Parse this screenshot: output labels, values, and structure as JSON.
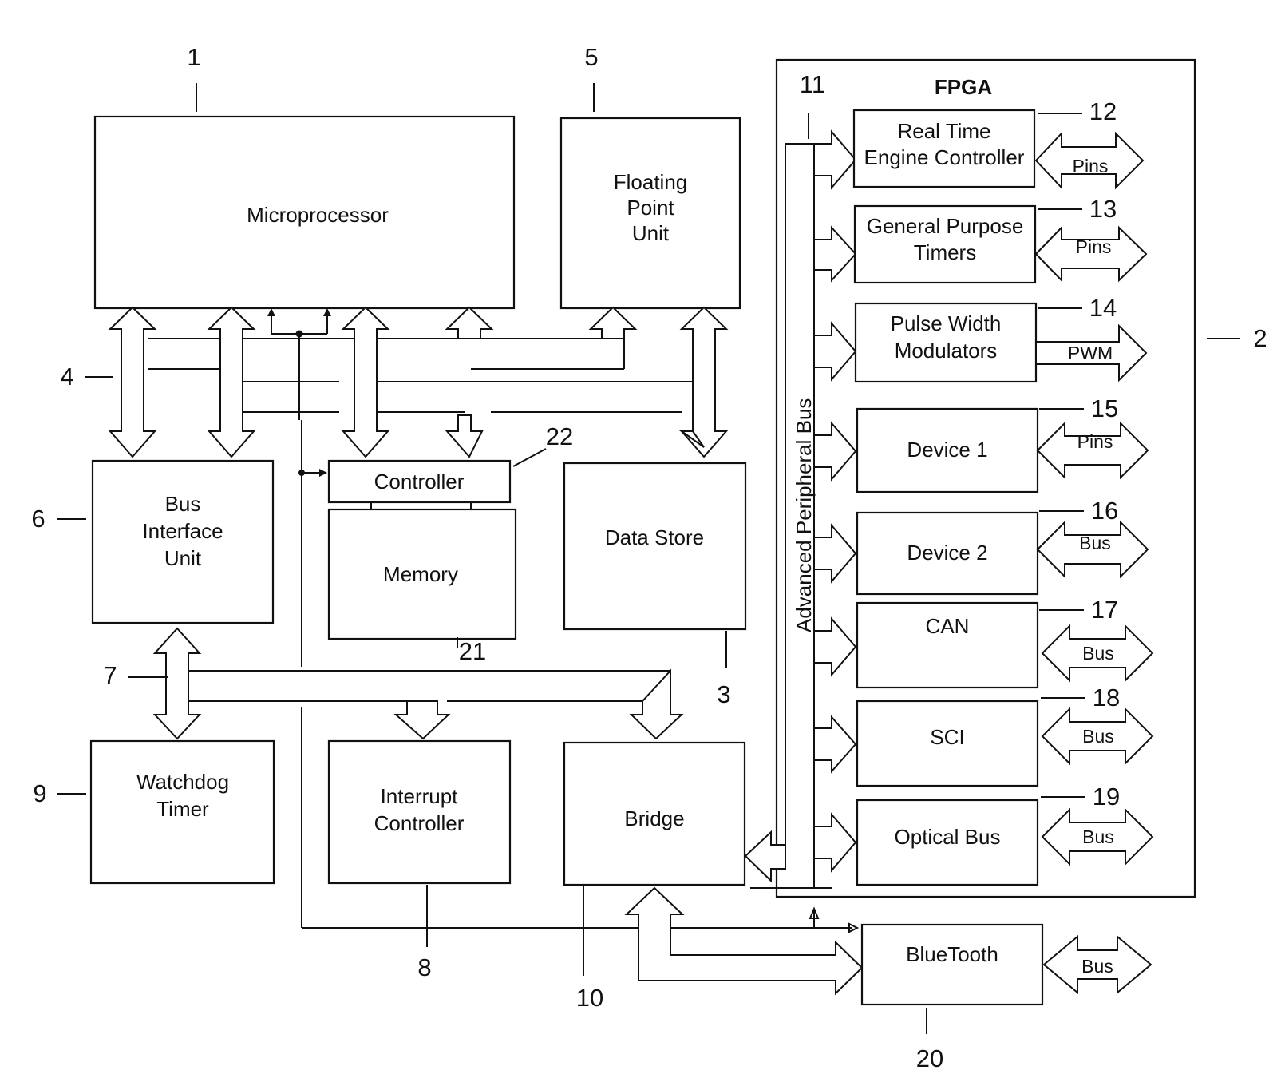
{
  "blocks": {
    "microprocessor": "Microprocessor",
    "fpu": [
      "Floating",
      "Point",
      "Unit"
    ],
    "biu": [
      "Bus",
      "Interface",
      "Unit"
    ],
    "controller": "Controller",
    "memory": "Memory",
    "data_store": "Data Store",
    "watchdog": [
      "Watchdog",
      "Timer"
    ],
    "interrupt": [
      "Interrupt",
      "Controller"
    ],
    "bridge": "Bridge",
    "bluetooth": "BlueTooth"
  },
  "fpga": {
    "title": "FPGA",
    "bus_label": "Advanced Peripheral Bus",
    "devices": {
      "rtec": [
        "Real Time",
        "Engine Controller"
      ],
      "gpt": [
        "General Purpose",
        "Timers"
      ],
      "pwm": [
        "Pulse Width",
        "Modulators"
      ],
      "dev1": "Device 1",
      "dev2": "Device 2",
      "can": "CAN",
      "sci": "SCI",
      "optical": "Optical Bus"
    },
    "ports": {
      "rtec": "Pins",
      "gpt": "Pins",
      "pwm": "PWM",
      "dev1": "Pins",
      "dev2": "Bus",
      "can": "Bus",
      "sci": "Bus",
      "optical": "Bus"
    }
  },
  "bluetooth_port": "Bus",
  "refs": {
    "r1": "1",
    "r2": "2",
    "r3": "3",
    "r4": "4",
    "r5": "5",
    "r6": "6",
    "r7": "7",
    "r8": "8",
    "r9": "9",
    "r10": "10",
    "r11": "11",
    "r12": "12",
    "r13": "13",
    "r14": "14",
    "r15": "15",
    "r16": "16",
    "r17": "17",
    "r18": "18",
    "r19": "19",
    "r20": "20",
    "r21": "21",
    "r22": "22"
  }
}
